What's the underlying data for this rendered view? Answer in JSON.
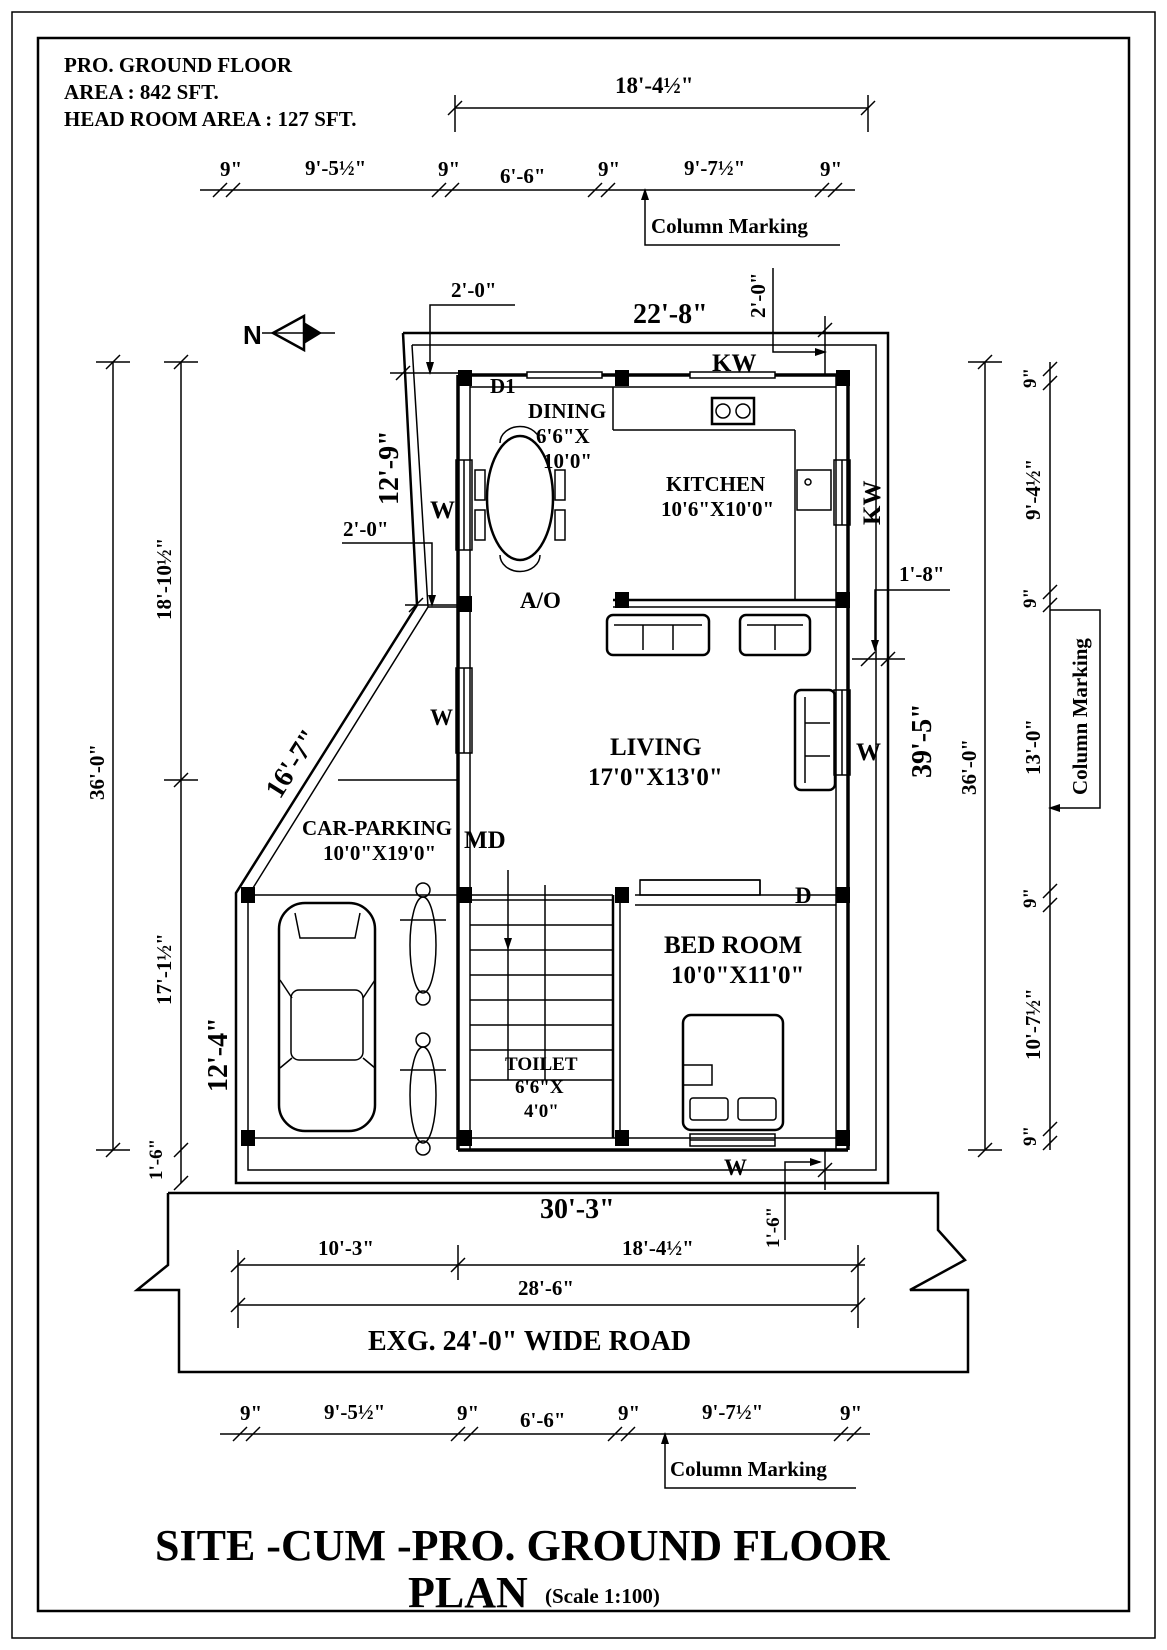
{
  "header": {
    "line1": "PRO. GROUND FLOOR",
    "line2": "AREA : 842 SFT.",
    "line3": "HEAD ROOM AREA : 127 SFT."
  },
  "north": {
    "label": "N"
  },
  "top_dims": {
    "overall": "18'-4½\"",
    "segments": [
      "9\"",
      "9'-5½\"",
      "9\"",
      "6'-6\"",
      "9\"",
      "9'-7½\"",
      "9\""
    ],
    "column_marking": "Column Marking"
  },
  "plan_dims": {
    "top_width": "22'-8\"",
    "offset_left_top": "2'-0\"",
    "offset_right_top": "2'-0\"",
    "left_upper": "12'-9\"",
    "left_mid_offset": "2'-0\"",
    "diagonal": "16'-7\"",
    "left_lower": "12'-4\"",
    "right_offset": "1'-8\"",
    "right_total": "39'-5\"",
    "bottom_width": "30'-3\"",
    "bottom_offset": "1'-6\""
  },
  "left_dims": {
    "overall": "36'-0\"",
    "upper": "18'-10½\"",
    "lower": "17'-1½\"",
    "bottom": "1'-6\""
  },
  "right_dims": {
    "overall": "36'-0\"",
    "segments": [
      "9\"",
      "9'-4½\"",
      "9\"",
      "13'-0\"",
      "9\"",
      "10'-7½\"",
      "9\""
    ],
    "column_marking": "Column Marking"
  },
  "rooms": {
    "dining": {
      "name": "DINING",
      "size1": "6'6\"X",
      "size2": "10'0\""
    },
    "kitchen": {
      "name": "KITCHEN",
      "size": "10'6\"X10'0\""
    },
    "living": {
      "name": "LIVING",
      "size": "17'0\"X13'0\""
    },
    "car": {
      "name": "CAR-PARKING",
      "size": "10'0\"X19'0\""
    },
    "bed": {
      "name": "BED ROOM",
      "size": "10'0\"X11'0\""
    },
    "toilet": {
      "name": "TOILET",
      "size1": "6'6\"X",
      "size2": "4'0\""
    }
  },
  "tags": {
    "d1": "D1",
    "kw_top": "KW",
    "kw_right": "KW",
    "w_dining": "W",
    "ao": "A/O",
    "w_left": "W",
    "w_right": "W",
    "md": "MD",
    "d": "D",
    "w_bottom": "W"
  },
  "road_dims": {
    "left": "10'-3\"",
    "right": "18'-4½\"",
    "overall": "28'-6\""
  },
  "road": {
    "label": "EXG. 24'-0\" WIDE ROAD"
  },
  "bottom_dims": {
    "segments": [
      "9\"",
      "9'-5½\"",
      "9\"",
      "6'-6\"",
      "9\"",
      "9'-7½\"",
      "9\""
    ],
    "column_marking": "Column Marking"
  },
  "title": {
    "line1": "SITE -CUM -PRO. GROUND FLOOR",
    "line2": "PLAN",
    "scale": "(Scale  1:100)"
  }
}
